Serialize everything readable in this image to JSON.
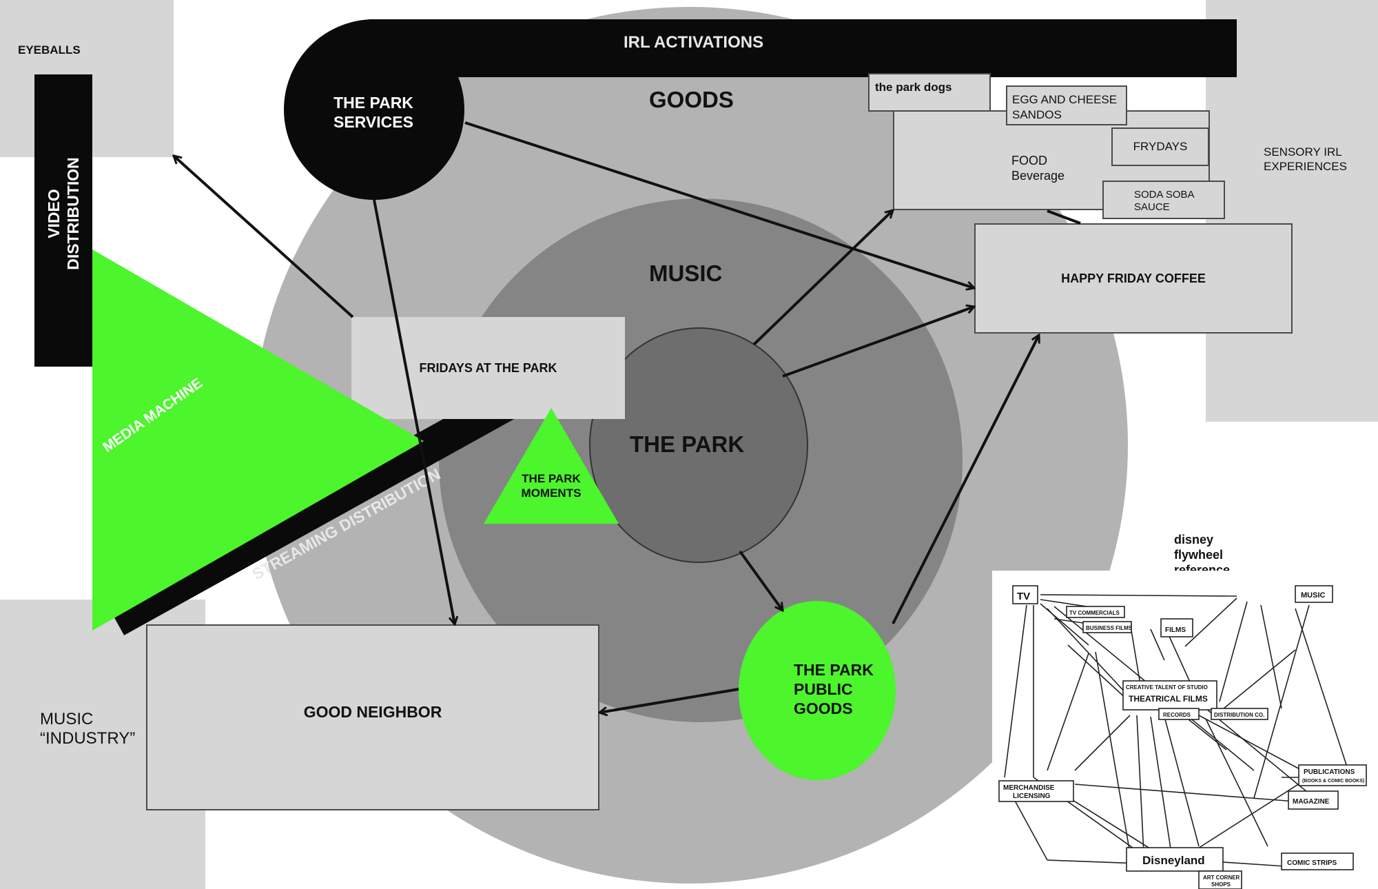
{
  "colors": {
    "green": "#4cf52c",
    "black": "#0a0a0a",
    "panel_gray": "#d6d6d6",
    "goods_circle": "#b3b3b3",
    "music_circle": "#858585",
    "park_circle": "#6e6e6e"
  },
  "labels": {
    "eyeballs": "EYEBALLS",
    "video_distribution_1": "VIDEO",
    "video_distribution_2": "DISTRIBUTION",
    "irl_activations": "IRL ACTIVATIONS",
    "park_services_1": "THE PARK",
    "park_services_2": "SERVICES",
    "goods": "GOODS",
    "music": "MUSIC",
    "the_park": "THE PARK",
    "fridays_at_the_park": "FRIDAYS AT THE PARK",
    "media_machine": "MEDIA MACHINE",
    "streaming_distribution": "STREAMING DISTRIBUTION",
    "park_moments_1": "THE PARK",
    "park_moments_2": "MOMENTS",
    "good_neighbor": "GOOD NEIGHBOR",
    "music_industry_1": "MUSIC",
    "music_industry_2": "“INDUSTRY”",
    "public_goods_1": "THE PARK",
    "public_goods_2": "PUBLIC",
    "public_goods_3": "GOODS",
    "happy_friday_coffee": "HAPPY FRIDAY COFFEE",
    "sensory_irl_1": "SENSORY IRL",
    "sensory_irl_2": "EXPERIENCES",
    "park_dogs": "the park dogs",
    "egg_cheese_1": "EGG AND CHEESE",
    "egg_cheese_2": "SANDOS",
    "frydays": "FRYDAYS",
    "food": "FOOD",
    "beverage": "Beverage",
    "soda_soba_1": "SODA SOBA",
    "soda_soba_2": "SAUCE",
    "disney_ref_1": "disney",
    "disney_ref_2": "flywheel",
    "disney_ref_3": "reference"
  },
  "disney_sketch": {
    "tv": "TV",
    "music": "MUSIC",
    "tv_commercials": "TV COMMERCIALS",
    "business_films": "BUSINESS FILMS",
    "films": "FILMS",
    "creative_talent": "CREATIVE TALENT OF STUDIO",
    "theatrical_films": "THEATRICAL FILMS",
    "records": "RECORDS",
    "distribution_co": "DISTRIBUTION CO.",
    "publications": "PUBLICATIONS",
    "publications_sub": "(BOOKS & COMIC BOOKS)",
    "magazine": "MAGAZINE",
    "merchandise": "MERCHANDISE",
    "licensing": "LICENSING",
    "disneyland": "Disneyland",
    "art_corner": "ART CORNER",
    "shops": "SHOPS",
    "comic_strips": "COMIC STRIPS"
  }
}
